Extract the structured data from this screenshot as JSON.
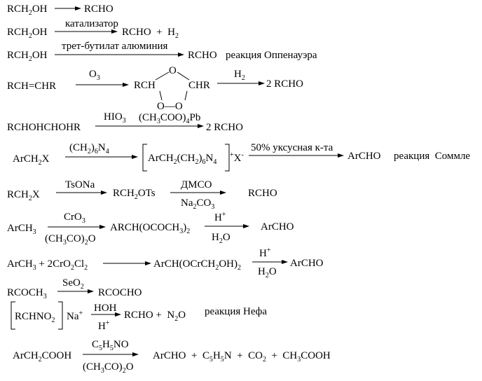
{
  "reactions": [
    {
      "id": "r1",
      "reactant": [
        {
          "t": "RCH"
        },
        {
          "t": "2",
          "s": "sub"
        },
        {
          "t": "OH"
        }
      ],
      "product": [
        {
          "t": "RCHO"
        }
      ]
    },
    {
      "id": "r2",
      "reactant": [
        {
          "t": "RCH"
        },
        {
          "t": "2",
          "s": "sub"
        },
        {
          "t": "OH"
        }
      ],
      "above": [
        {
          "t": "катализатор"
        }
      ],
      "product": [
        {
          "t": "RCHO  +  H"
        },
        {
          "t": "2",
          "s": "sub"
        }
      ]
    },
    {
      "id": "r3",
      "reactant": [
        {
          "t": "RCH"
        },
        {
          "t": "2",
          "s": "sub"
        },
        {
          "t": "OH"
        }
      ],
      "above": [
        {
          "t": "трет-бутилат алюминия"
        }
      ],
      "product": [
        {
          "t": "RCHO"
        }
      ],
      "name": [
        {
          "t": "реакция Оппенауэра"
        }
      ]
    },
    {
      "id": "r4",
      "reactant": [
        {
          "t": "RCH=CHR"
        }
      ],
      "above": [
        {
          "t": "O"
        },
        {
          "t": "3",
          "s": "sub"
        }
      ],
      "ozonide_left": [
        {
          "t": "RCH"
        }
      ],
      "ozonide_right": [
        {
          "t": "CHR"
        }
      ],
      "ring_o_top": [
        {
          "t": "O"
        }
      ],
      "ring_o_bottom": [
        {
          "t": "O—O"
        }
      ],
      "above2": [
        {
          "t": "H"
        },
        {
          "t": "2",
          "s": "sub"
        }
      ],
      "product": [
        {
          "t": "2 RCHO"
        }
      ]
    },
    {
      "id": "r5",
      "reactant": [
        {
          "t": "RCHOHCHOHR"
        }
      ],
      "above": [
        {
          "t": "HIO"
        },
        {
          "t": "3",
          "s": "sub"
        }
      ],
      "below": [
        {
          "t": "(CH"
        },
        {
          "t": "3",
          "s": "sub"
        },
        {
          "t": "COO)"
        },
        {
          "t": "4",
          "s": "sub"
        },
        {
          "t": "Pb"
        }
      ],
      "product": [
        {
          "t": "2 RCHO"
        }
      ]
    },
    {
      "id": "r6",
      "reactant": [
        {
          "t": "ArCH"
        },
        {
          "t": "2",
          "s": "sub"
        },
        {
          "t": "X"
        }
      ],
      "above": [
        {
          "t": "(CH"
        },
        {
          "t": "2",
          "s": "sub"
        },
        {
          "t": ")"
        },
        {
          "t": "6",
          "s": "sub"
        },
        {
          "t": "N"
        },
        {
          "t": "4",
          "s": "sub"
        }
      ],
      "salt_inner": [
        {
          "t": "ArCH"
        },
        {
          "t": "2",
          "s": "sub"
        },
        {
          "t": "(CH"
        },
        {
          "t": "2",
          "s": "sub"
        },
        {
          "t": ")"
        },
        {
          "t": "6",
          "s": "sub"
        },
        {
          "t": "N"
        },
        {
          "t": "4",
          "s": "sub"
        }
      ],
      "salt_charge": [
        {
          "t": "+",
          "s": "sup"
        },
        {
          "t": "X"
        },
        {
          "t": "-",
          "s": "sup"
        }
      ],
      "above2": [
        {
          "t": "50% уксусная к-та"
        }
      ],
      "product": [
        {
          "t": "ArCHO"
        }
      ],
      "name": [
        {
          "t": "реакция  Соммле"
        }
      ]
    },
    {
      "id": "r7",
      "reactant": [
        {
          "t": "RCH"
        },
        {
          "t": "2",
          "s": "sub"
        },
        {
          "t": "X"
        }
      ],
      "above": [
        {
          "t": "TsONa"
        }
      ],
      "intermediate": [
        {
          "t": "RCH"
        },
        {
          "t": "2",
          "s": "sub"
        },
        {
          "t": "OTs"
        }
      ],
      "above2": [
        {
          "t": "ДМСО"
        }
      ],
      "below2": [
        {
          "t": "Na"
        },
        {
          "t": "2",
          "s": "sub"
        },
        {
          "t": "CO"
        },
        {
          "t": "3",
          "s": "sub"
        }
      ],
      "product": [
        {
          "t": "RCHO"
        }
      ]
    },
    {
      "id": "r8",
      "reactant": [
        {
          "t": "ArCH"
        },
        {
          "t": "3",
          "s": "sub"
        }
      ],
      "above": [
        {
          "t": "CrO"
        },
        {
          "t": "3",
          "s": "sub"
        }
      ],
      "below": [
        {
          "t": "(CH"
        },
        {
          "t": "3",
          "s": "sub"
        },
        {
          "t": "CO)"
        },
        {
          "t": "2",
          "s": "sub"
        },
        {
          "t": "O"
        }
      ],
      "intermediate": [
        {
          "t": "ARCH(OCOCH"
        },
        {
          "t": "3",
          "s": "sub"
        },
        {
          "t": ")"
        },
        {
          "t": "2",
          "s": "sub"
        }
      ],
      "above2": [
        {
          "t": "H"
        },
        {
          "t": "+",
          "s": "sup"
        }
      ],
      "below2": [
        {
          "t": "H"
        },
        {
          "t": "2",
          "s": "sub"
        },
        {
          "t": "O"
        }
      ],
      "product": [
        {
          "t": "ArCHO"
        }
      ]
    },
    {
      "id": "r9",
      "reactant": [
        {
          "t": "ArCH"
        },
        {
          "t": "3",
          "s": "sub"
        },
        {
          "t": " + 2CrO"
        },
        {
          "t": "2",
          "s": "sub"
        },
        {
          "t": "Cl"
        },
        {
          "t": "2",
          "s": "sub"
        }
      ],
      "intermediate": [
        {
          "t": "ArCH(OCrCH"
        },
        {
          "t": "2",
          "s": "sub"
        },
        {
          "t": "OH)"
        },
        {
          "t": "2",
          "s": "sub"
        }
      ],
      "above2": [
        {
          "t": "H"
        },
        {
          "t": "+",
          "s": "sup"
        }
      ],
      "below2": [
        {
          "t": "H"
        },
        {
          "t": "2",
          "s": "sub"
        },
        {
          "t": "O"
        }
      ],
      "product": [
        {
          "t": "ArCHO"
        }
      ]
    },
    {
      "id": "r10",
      "reactant": [
        {
          "t": "RCOCH"
        },
        {
          "t": "3",
          "s": "sub"
        }
      ],
      "above": [
        {
          "t": "SeO"
        },
        {
          "t": "2",
          "s": "sub"
        }
      ],
      "product": [
        {
          "t": "RCOCHO"
        }
      ]
    },
    {
      "id": "r11",
      "reactant_inner": [
        {
          "t": "RCHNO"
        },
        {
          "t": "2",
          "s": "sub"
        }
      ],
      "reactant_counter": [
        {
          "t": "Na"
        },
        {
          "t": "+",
          "s": "sup"
        }
      ],
      "above": [
        {
          "t": "HOH"
        }
      ],
      "below": [
        {
          "t": "H"
        },
        {
          "t": "+",
          "s": "sup"
        }
      ],
      "product": [
        {
          "t": "RCHO +  N"
        },
        {
          "t": "2",
          "s": "sub"
        },
        {
          "t": "O"
        }
      ],
      "name": [
        {
          "t": "реакция Нефа"
        }
      ]
    },
    {
      "id": "r12",
      "reactant": [
        {
          "t": "ArCH"
        },
        {
          "t": "2",
          "s": "sub"
        },
        {
          "t": "COOH"
        }
      ],
      "above": [
        {
          "t": "C"
        },
        {
          "t": "5",
          "s": "sub"
        },
        {
          "t": "H"
        },
        {
          "t": "5",
          "s": "sub"
        },
        {
          "t": "NO"
        }
      ],
      "below": [
        {
          "t": "(CH"
        },
        {
          "t": "3",
          "s": "sub"
        },
        {
          "t": "CO)"
        },
        {
          "t": "2",
          "s": "sub"
        },
        {
          "t": "O"
        }
      ],
      "product": [
        {
          "t": "ArCHO  +  C"
        },
        {
          "t": "5",
          "s": "sub"
        },
        {
          "t": "H"
        },
        {
          "t": "5",
          "s": "sub"
        },
        {
          "t": "N  +  CO"
        },
        {
          "t": "2",
          "s": "sub"
        },
        {
          "t": "  +  CH"
        },
        {
          "t": "3",
          "s": "sub"
        },
        {
          "t": "COOH"
        }
      ]
    }
  ]
}
